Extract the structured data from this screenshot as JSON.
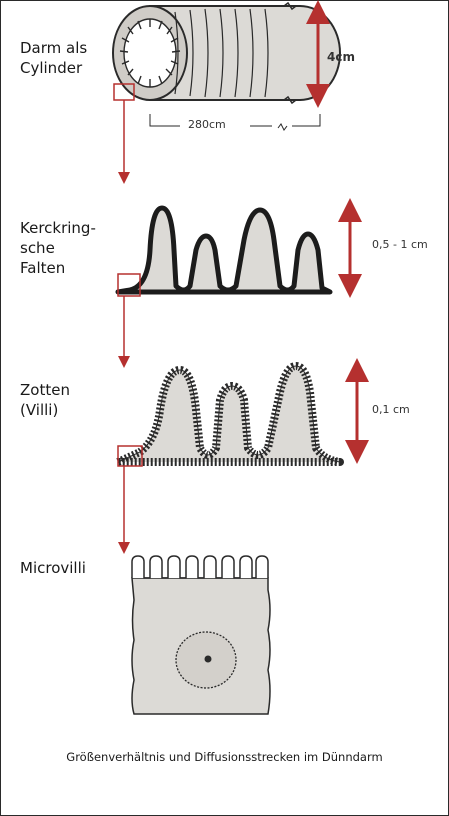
{
  "labels": {
    "cylinder": "Darm als\nCylinder",
    "kerckring": "Kerckring-\nsche\nFalten",
    "villi": "Zotten\n(Villi)",
    "microvilli": "Microvilli"
  },
  "dimensions": {
    "diameter": "4cm",
    "length": "280cm",
    "fold_height": "0,5 - 1 cm",
    "villus_height": "0,1 cm"
  },
  "caption": "Größenverhältnis und Diffusionsstrecken im Dünndarm",
  "colors": {
    "arrow": "#b5302f",
    "tissue_fill": "#dcdad6",
    "outline": "#2a2a2a"
  }
}
